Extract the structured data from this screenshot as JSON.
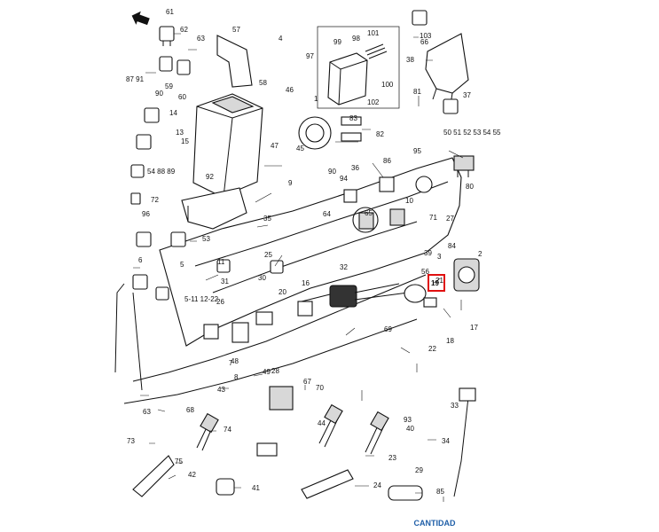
{
  "diagram": {
    "callouts": [
      "61",
      "62",
      "57",
      "4",
      "99",
      "98",
      "101",
      "97",
      "100",
      "102",
      "66",
      "38",
      "81",
      "37",
      "50 51 52 53 54 55",
      "60",
      "87 91",
      "59",
      "90",
      "63",
      "58",
      "46",
      "1",
      "83",
      "82",
      "86",
      "80",
      "14",
      "13",
      "15",
      "54 88 89",
      "47",
      "45",
      "90",
      "94",
      "95",
      "72",
      "96",
      "92",
      "9",
      "35",
      "53",
      "36",
      "10",
      "71",
      "65",
      "64",
      "39",
      "27",
      "84",
      "2",
      "3",
      "6",
      "5",
      "31",
      "5-11 12-22",
      "25",
      "30",
      "32",
      "16",
      "21",
      "20",
      "19",
      "18",
      "17",
      "26",
      "7",
      "43",
      "49",
      "28",
      "70",
      "67",
      "69",
      "22",
      "93",
      "34",
      "33",
      "68",
      "63",
      "73",
      "74",
      "75",
      "42",
      "44",
      "40",
      "23",
      "24",
      "41",
      "29",
      "85",
      "103",
      "56",
      "8",
      "48",
      "11"
    ],
    "highlighted_callout": "19"
  },
  "footer": {
    "cantidad_label": "CANTIDAD"
  },
  "colors": {
    "highlight": "#e01010",
    "link": "#1f5fa8",
    "line": "#111111"
  }
}
